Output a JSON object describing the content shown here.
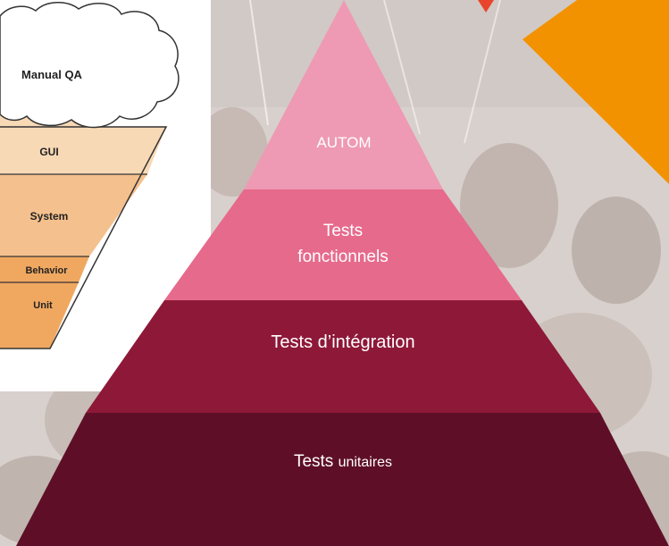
{
  "colors": {
    "background": "#d8d0cc",
    "accent_orange": "#f39200",
    "accent_red": "#e8452c",
    "tier_top": "#ee9ab4",
    "tier_second": "#e66a8c",
    "tier_third": "#8e1838",
    "tier_base": "#5e0f27",
    "cone_fill": "#f8d9b6",
    "cone_dark": "#f0a861",
    "cone_stroke": "#333333"
  },
  "inverted_pyramid": {
    "cloud_label": "Manual QA",
    "layers": [
      {
        "label": "GUI"
      },
      {
        "label": "System"
      },
      {
        "label": "Behavior"
      },
      {
        "label": "Unit"
      }
    ]
  },
  "pyramid": {
    "tiers": [
      {
        "line1": "AUTOM",
        "line2": ""
      },
      {
        "line1": "Tests",
        "line2": "fonctionnels"
      },
      {
        "line1": "Tests d’intégration",
        "line2": ""
      },
      {
        "line1": "Tests ",
        "line2": "unitaires"
      }
    ]
  }
}
